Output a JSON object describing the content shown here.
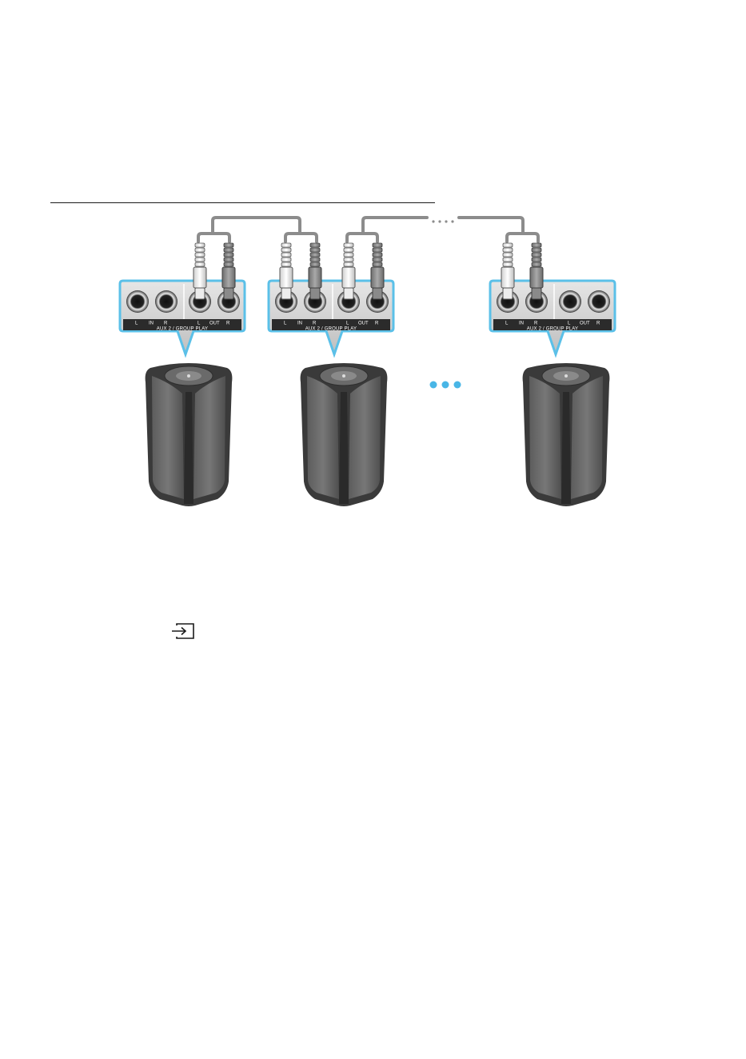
{
  "panels": [
    {
      "id": "speaker-1",
      "label": "AUX 2 / GROUP PLAY",
      "group_left": "IN",
      "group_right": "OUT",
      "ports_connected": [
        false,
        false,
        true,
        true
      ]
    },
    {
      "id": "speaker-2",
      "label": "AUX 2 / GROUP PLAY",
      "group_left": "IN",
      "group_right": "OUT",
      "ports_connected": [
        true,
        true,
        true,
        true
      ]
    },
    {
      "id": "speaker-3",
      "label": "AUX 2 / GROUP PLAY",
      "group_left": "IN",
      "group_right": "OUT",
      "ports_connected": [
        true,
        true,
        false,
        false
      ]
    }
  ],
  "port_glyphs": {
    "left_channel": "L",
    "right_channel": "R"
  },
  "colors": {
    "callout_border": "#5bc0e8",
    "panel_fill": "#d9d9d9",
    "panel_label_bar": "#2b2b2b",
    "cable": "#8c8c8c",
    "plug_white": "#f4f4f4",
    "plug_gray": "#9a9a9a",
    "speaker_body": "#4a4a4a",
    "ellipsis_dots": "#49b6e6"
  },
  "icons": {
    "input_source": "input-source-icon",
    "ellipsis": "more-speakers-dots-icon"
  }
}
